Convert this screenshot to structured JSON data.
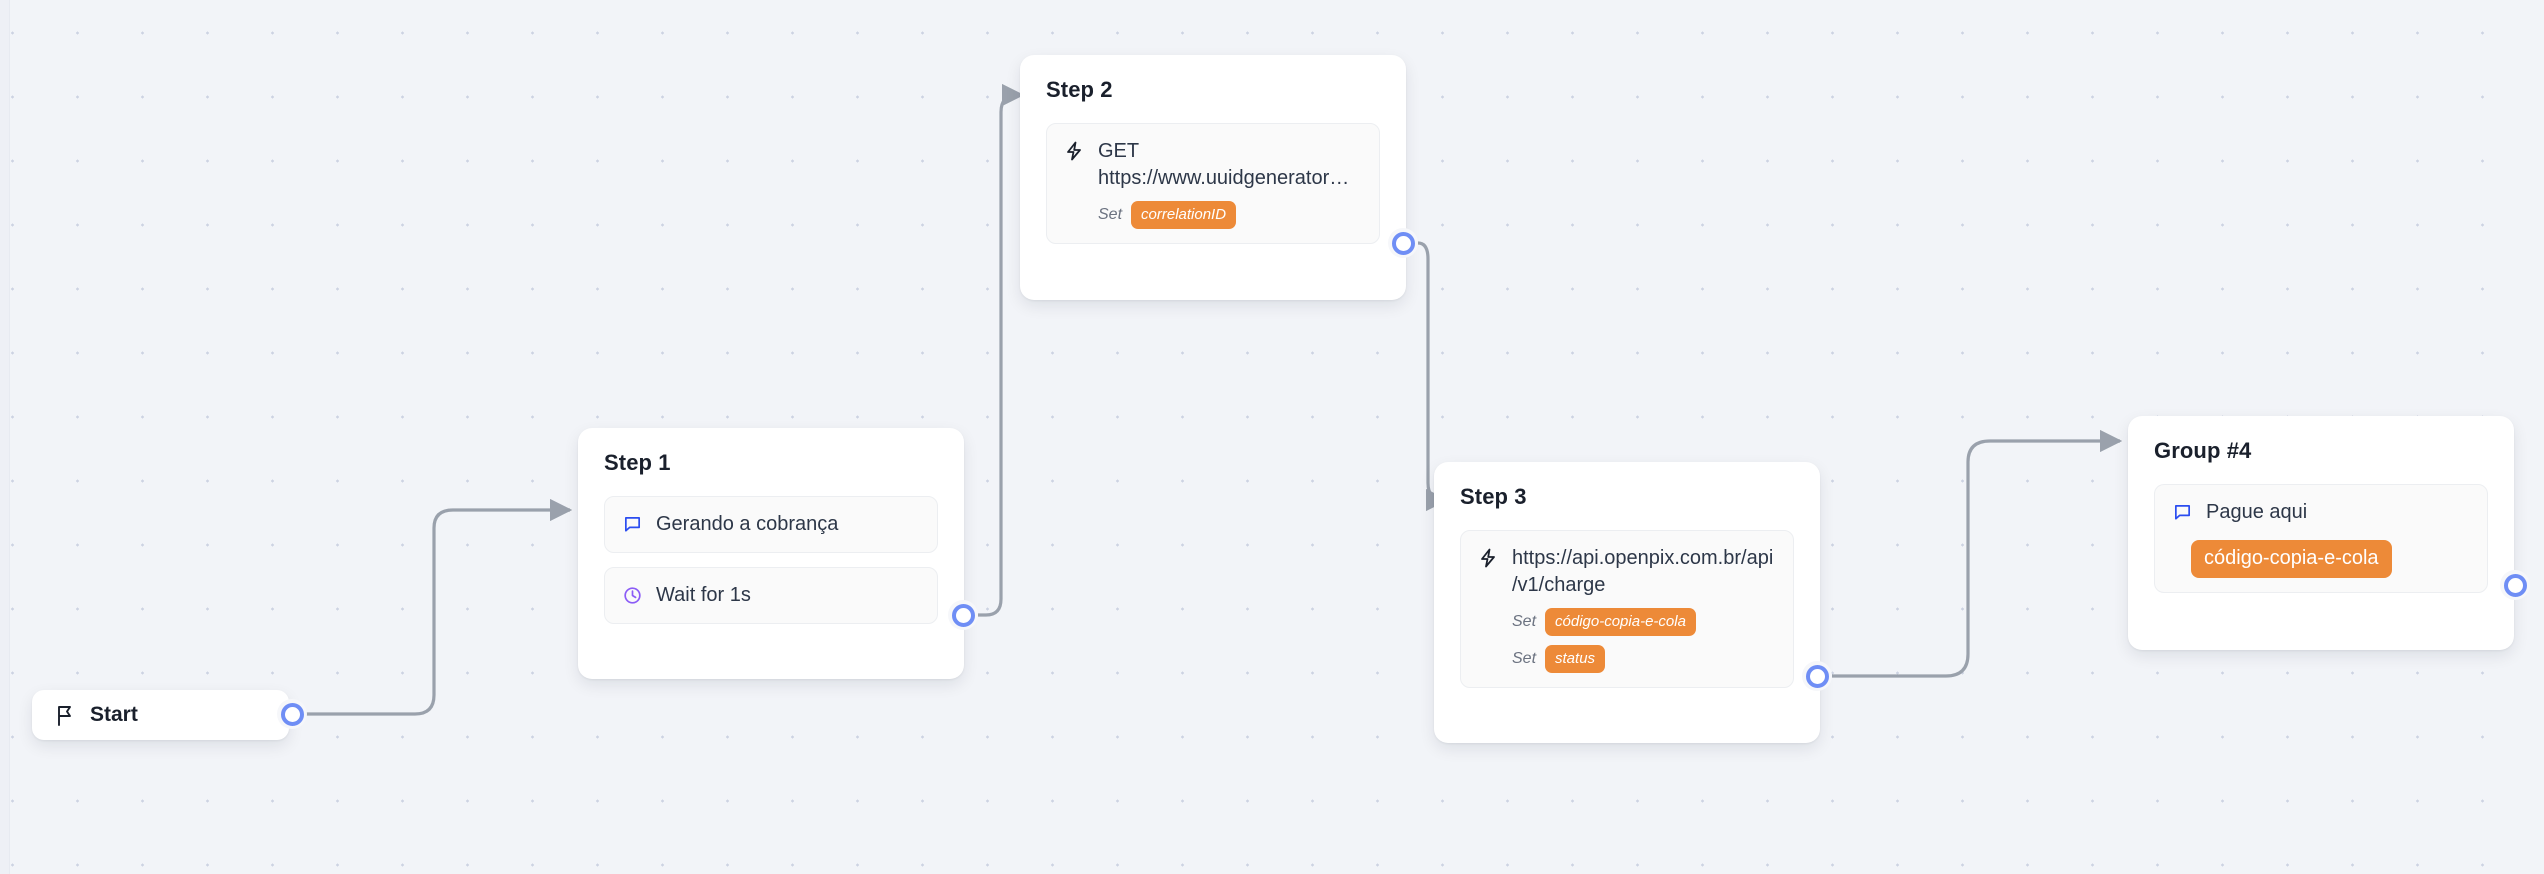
{
  "canvas": {
    "background_color": "#f2f4f8",
    "dot_color": "#cdd3e2",
    "accent_handle_color": "#6f8ef5",
    "edge_color": "#9aa1ac",
    "variable_chip_color": "#ed8a38"
  },
  "nodes": {
    "start": {
      "label": "Start",
      "icon": "flag-icon"
    },
    "step1": {
      "title": "Step 1",
      "blocks": [
        {
          "icon": "chat-bubble-icon",
          "icon_color": "#2b4df0",
          "text": "Gerando a cobrança"
        },
        {
          "icon": "clock-icon",
          "icon_color": "#8b5cf6",
          "text": "Wait for 1s"
        }
      ]
    },
    "step2": {
      "title": "Step 2",
      "blocks": [
        {
          "icon": "lightning-bolt-icon",
          "icon_color": "#1a202c",
          "text": "GET https://www.uuidgenerator…",
          "sets": [
            {
              "label": "Set",
              "variable": "correlationID"
            }
          ]
        }
      ]
    },
    "step3": {
      "title": "Step 3",
      "blocks": [
        {
          "icon": "lightning-bolt-icon",
          "icon_color": "#1a202c",
          "text": "https://api.openpix.com.br/api/v1/charge",
          "sets": [
            {
              "label": "Set",
              "variable": "código-copia-e-cola"
            },
            {
              "label": "Set",
              "variable": "status"
            }
          ]
        }
      ]
    },
    "group4": {
      "title": "Group #4",
      "blocks": [
        {
          "icon": "chat-bubble-icon",
          "icon_color": "#2b4df0",
          "text": "Pague aqui",
          "chip": "código-copia-e-cola"
        }
      ]
    }
  }
}
